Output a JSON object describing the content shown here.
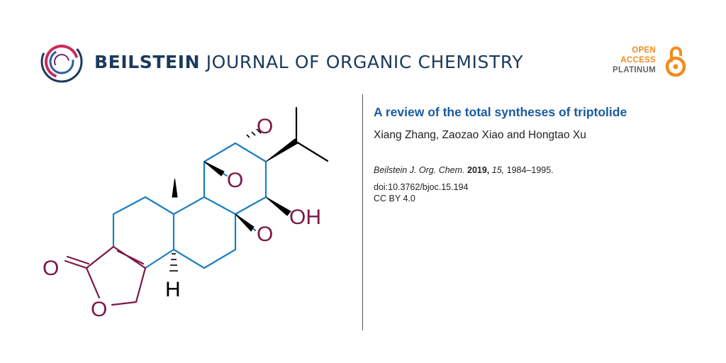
{
  "header": {
    "journal_bold": "BEILSTEIN",
    "journal_rest": "JOURNAL OF ORGANIC CHEMISTRY",
    "logo_icon": "beilstein-ring-logo-icon",
    "open_access": {
      "line1": "OPEN",
      "line2": "ACCESS",
      "line3": "PLATINUM",
      "icon": "open-lock-icon",
      "color": "#f28b1e"
    }
  },
  "structure": {
    "labels": {
      "o_epoxide_top": "O",
      "o_epoxide_mid": "O",
      "oh": "OH",
      "o_epoxide_low": "O",
      "o_carbonyl": "O",
      "o_lactone": "O",
      "h": "H"
    },
    "colors": {
      "ring_bonds": "#1b7fc1",
      "heteroatoms": "#7a1848",
      "wedges": "#000000"
    }
  },
  "article": {
    "title": "A review of the total syntheses of triptolide",
    "authors": "Xiang Zhang, Zaozao Xiao and Hongtao Xu",
    "citation": {
      "journal": "Beilstein J. Org. Chem.",
      "year": "2019,",
      "volume": "15,",
      "pages": "1984–1995."
    },
    "doi": "doi:10.3762/bjoc.15.194",
    "license": "CC BY 4.0"
  }
}
